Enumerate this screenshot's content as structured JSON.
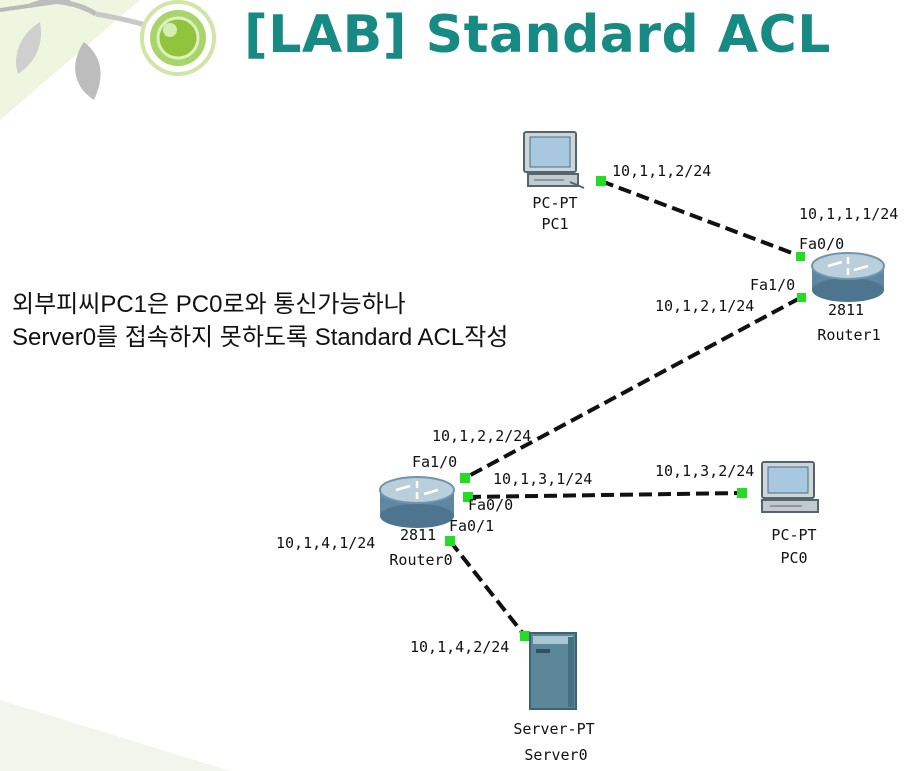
{
  "slide": {
    "title": "[LAB] Standard ACL",
    "description_line1": "외부피씨PC1은 PC0로와 통신가능하나",
    "description_line2": "Server0를 접속하지 못하도록 Standard ACL작성"
  },
  "colors": {
    "title": "#178a83",
    "link": "#111111",
    "port_up": "#22dd22",
    "bullet_ring": "#a9d46a",
    "bullet_center": "#8fc43c",
    "router_body": "#6f95ad",
    "router_top": "#b9cfdc",
    "server": "#5c8799",
    "pc_case": "#cfd6da",
    "pc_screen": "#a8c8e0"
  },
  "devices": {
    "pc1": {
      "type_label": "PC-PT",
      "name": "PC1",
      "icon": "pc-icon"
    },
    "router1": {
      "model": "2811",
      "name": "Router1",
      "icon": "router-icon"
    },
    "router0": {
      "model": "2811",
      "name": "Router0",
      "icon": "router-icon"
    },
    "pc0": {
      "type_label": "PC-PT",
      "name": "PC0",
      "icon": "pc-icon"
    },
    "server0": {
      "type_label": "Server-PT",
      "name": "Server0",
      "icon": "server-icon"
    }
  },
  "addresses": {
    "pc1": "10,1,1,2/24",
    "r1_fa00": "10,1,1,1/24",
    "r1_fa10": "10,1,2,1/24",
    "r0_fa10": "10,1,2,2/24",
    "r0_fa00": "10,1,3,1/24",
    "pc0": "10,1,3,2/24",
    "r0_fa01": "10,1,4,1/24",
    "server0": "10,1,4,2/24"
  },
  "interfaces": {
    "r1_fa00": "Fa0/0",
    "r1_fa10": "Fa1/0",
    "r0_fa10": "Fa1/0",
    "r0_fa00": "Fa0/0",
    "r0_fa01": "Fa0/1"
  }
}
